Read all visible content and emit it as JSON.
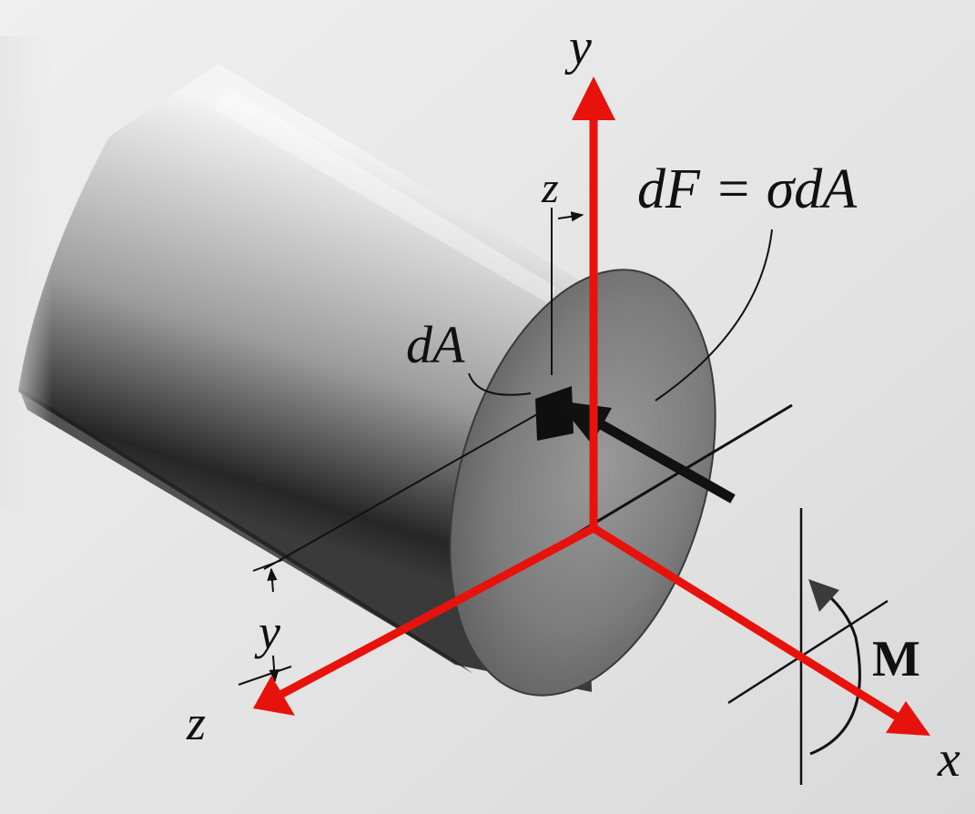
{
  "labels": {
    "axis_y": "y",
    "axis_x": "x",
    "axis_z": "z",
    "dim_z": "z",
    "dim_y": "y",
    "area_element": "dA",
    "force_equation": "dF = σdA",
    "moment": "M"
  },
  "colors": {
    "axis_arrow": "#e8120c",
    "ink": "#111111",
    "paper": "#e6e6e6",
    "shaft_dark": "#2e2e2e",
    "shaft_light": "#f2f2f2",
    "end_face": "#8a8a8a"
  }
}
